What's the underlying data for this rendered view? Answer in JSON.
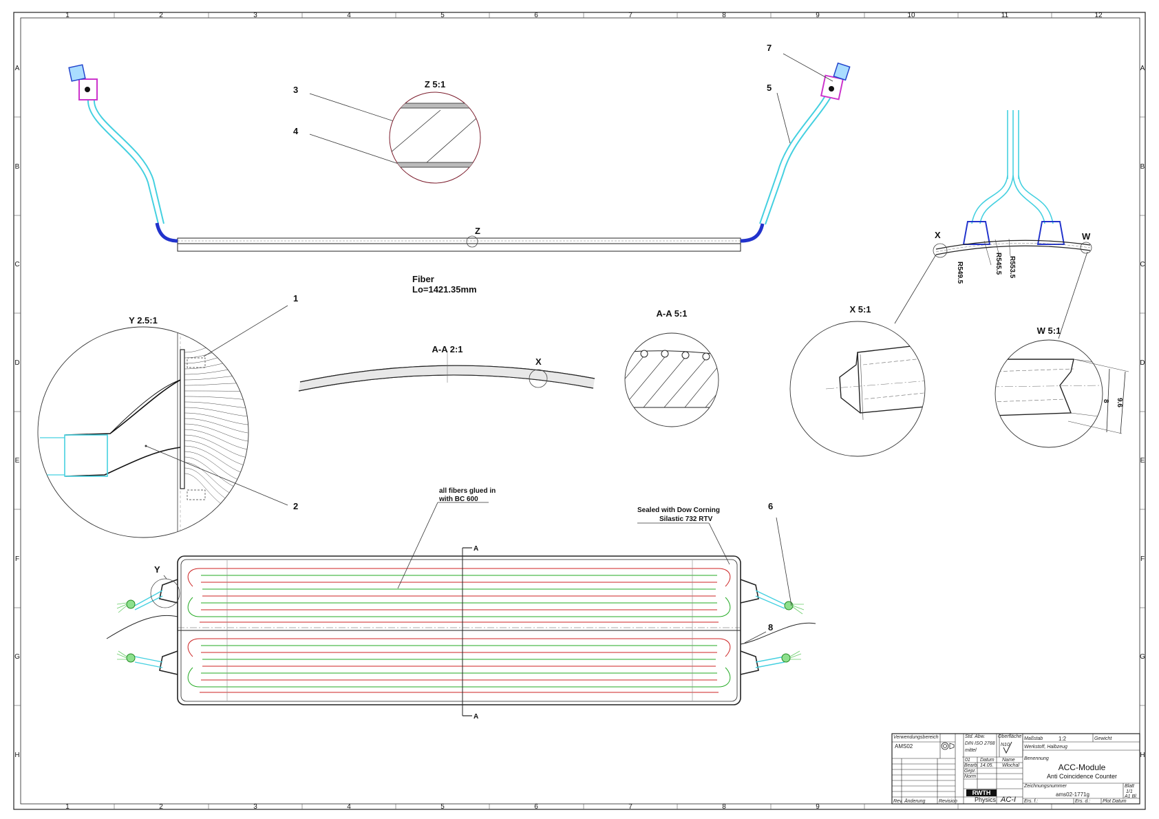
{
  "sheet": {
    "grid_columns": [
      "1",
      "2",
      "3",
      "4",
      "5",
      "6",
      "7",
      "8",
      "9",
      "10",
      "11",
      "12"
    ],
    "grid_rows": [
      "A",
      "B",
      "C",
      "D",
      "E",
      "F",
      "G",
      "H"
    ]
  },
  "callouts": {
    "c1": "1",
    "c2": "2",
    "c3": "3",
    "c4": "4",
    "c5": "5",
    "c6": "6",
    "c7": "7",
    "c8": "8",
    "z_marker": "Z",
    "x_marker": "X",
    "w_marker": "W",
    "y_marker": "Y",
    "aa_top": "A",
    "aa_bottom": "A",
    "x_marker_section": "X"
  },
  "details": {
    "z": "Z 5:1",
    "y": "Y 2.5:1",
    "aa_section": "A-A 2:1",
    "aa_detail": "A-A 5:1",
    "x": "X 5:1",
    "w": "W 5:1"
  },
  "fiber": {
    "label": "Fiber",
    "length": "Lo=1421.35mm"
  },
  "radii": [
    "R549.5",
    "R545.5",
    "R553.5"
  ],
  "dimensions": {
    "inner": "8",
    "outer": "9.6"
  },
  "notes": {
    "glue_line1": "all fibers glued in",
    "glue_line2": "with BC 600",
    "seal_line1": "Sealed with Dow Corning",
    "seal_line2": "Silastic 732 RTV"
  },
  "title_block": {
    "verwendung_label": "Verwendungsbereich",
    "verwendung_value": "AMS02",
    "std_abw": "Std. Abw.",
    "din": "DIN ISO 2768",
    "mittel": "mittel",
    "oberflaeche": "Oberfläche",
    "n10": "N10",
    "massstab_label": "Maßstab",
    "massstab_value": "1:2",
    "gewicht_label": "Gewicht",
    "werkstoff_label": "Werkstoff, Halbzeug",
    "datum_label": "Datum",
    "name_label": "Name",
    "bearb_label": "Bearb.",
    "gepr_label": "Gepr.",
    "norm_label": "Norm",
    "bearb_datum": "14.05.",
    "bearb_name": "Wlochal",
    "year": "01",
    "benennung_label": "Benennung",
    "title_line1": "ACC-Module",
    "title_line2": "Anti Coincidence Counter",
    "logo_text": "RWTH",
    "physics": "Physics",
    "institute": "AC-I",
    "zeichnungsnummer_label": "Zeichnungsnummer",
    "drawing_number": "ams02-1771g",
    "blatt_label": "Blatt",
    "blatt_value": "1/1",
    "blatt_size": "A1 Bl.",
    "rev_label": "Rev.",
    "aenderung_label": "Änderung",
    "revision_label": "Revision",
    "name_col": "Name",
    "ers_fuer": "Ers. f.:",
    "ers_durch": "Ers. d.:",
    "plot_datum": "Plot Datum"
  }
}
